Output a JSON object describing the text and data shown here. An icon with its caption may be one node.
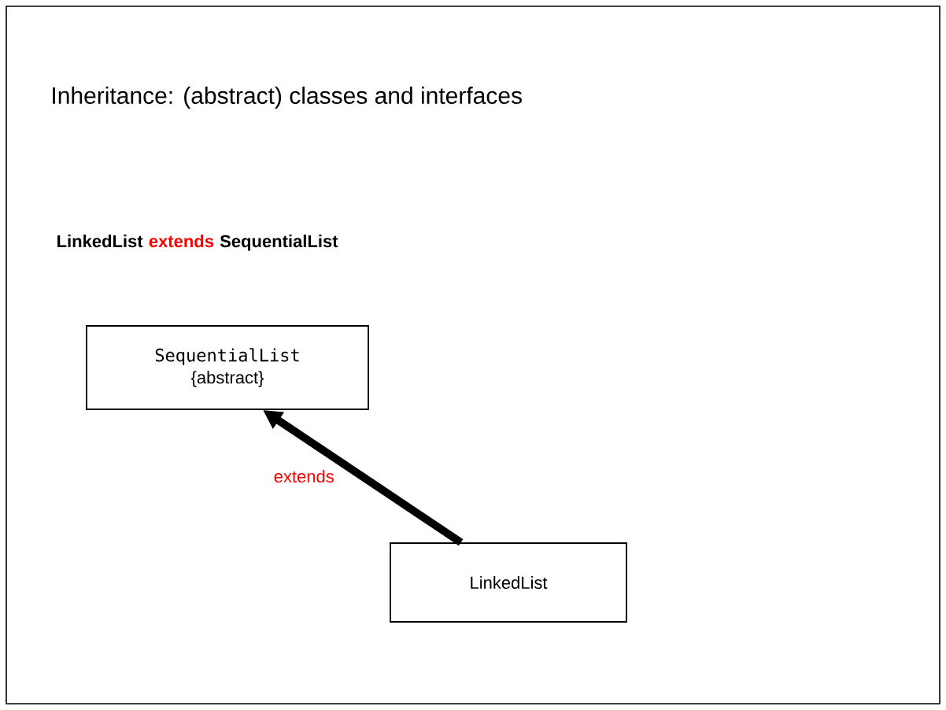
{
  "diagram": {
    "title": "Inheritance: (abstract) classes and interfaces",
    "nodes": [
      {
        "text": [
          "SequentialList",
          "{abstract}"
        ]
      },
      {
        "text": [
          "LinkedList"
        ]
      }
    ],
    "edges": [
      {
        "from": 1,
        "to": 0,
        "arrow": "to",
        "label": "extends"
      }
    ],
    "labels": [
      "LinkedList",
      "extends",
      "SequentialList"
    ]
  }
}
